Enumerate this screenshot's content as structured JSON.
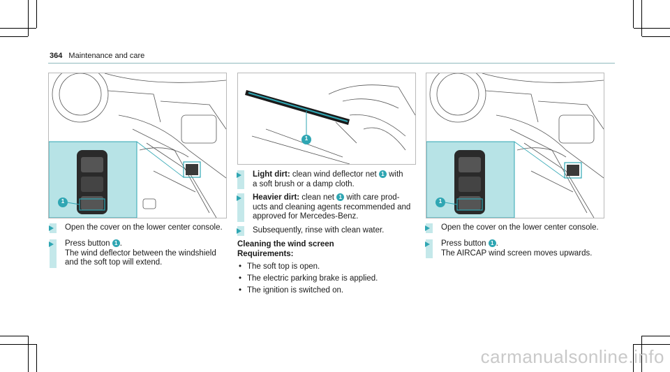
{
  "header": {
    "page_number": "364",
    "section": "Maintenance and care"
  },
  "left": {
    "steps": [
      {
        "text": "Open the cover on the lower center console."
      },
      {
        "pre": "Press button",
        "callout": "1",
        "post": ".",
        "line2": "The wind deflector between the windshield",
        "line3": "and the soft top will extend."
      }
    ]
  },
  "middle": {
    "steps": [
      {
        "label": "Light dirt:",
        "text": " clean wind deflector net",
        "callout": "1",
        "post": " with",
        "line2": "a soft brush or a damp cloth."
      },
      {
        "label": "Heavier dirt:",
        "text": " clean net",
        "callout": "1",
        "post": " with care prod-",
        "line2": "ucts and cleaning agents recommended and",
        "line3": "approved for Mercedes-Benz."
      },
      {
        "text": "Subsequently, rinse with clean water."
      }
    ],
    "subhead_line1": "Cleaning the wind screen",
    "subhead_line2": "Requirements:",
    "requirements": [
      "The soft top is open.",
      "The electric parking brake is applied.",
      "The ignition is switched on."
    ]
  },
  "right": {
    "steps": [
      {
        "text": "Open the cover on the lower center console."
      },
      {
        "pre": "Press button",
        "callout": "1",
        "post": ".",
        "line2": "The AIRCAP wind screen moves upwards."
      }
    ]
  },
  "figures": {
    "callout": "1"
  },
  "watermark": "carmanualsonline.info",
  "colors": {
    "accent": "#2fa6b3",
    "highlight": "#c4e8ea",
    "inset": "#b7e3e6"
  }
}
